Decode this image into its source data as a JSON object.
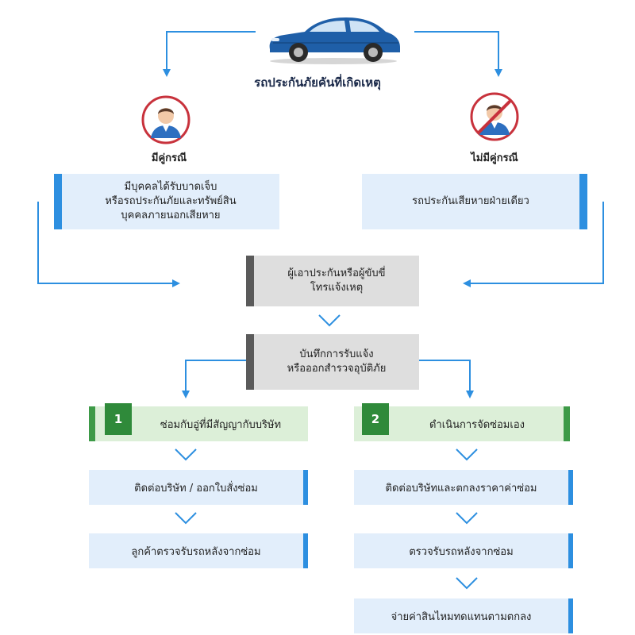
{
  "title": "รถประกันภัยคันที่เกิดเหตุ",
  "left": {
    "label": "มีคู่กรณี",
    "desc_line1": "มีบุคคลได้รับบาดเจ็บ",
    "desc_line2": "หรือรถประกันภัยและทรัพย์สิน",
    "desc_line3": "บุคคลภายนอกเสียหาย"
  },
  "right": {
    "label": "ไม่มีคู่กรณี",
    "desc": "รถประกันเสียหายฝ่ายเดียว"
  },
  "center": {
    "box1_line1": "ผู้เอาประกันหรือผู้ขับขี่",
    "box1_line2": "โทรแจ้งเหตุ",
    "box2_line1": "บันทึกการรับแจ้ง",
    "box2_line2": "หรือออกสำรวจอุบัติภัย"
  },
  "option1": {
    "number": "1",
    "title": "ซ่อมกับอู่ที่มีสัญญากับบริษัท",
    "steps": [
      "ติดต่อบริษัท / ออกใบสั่งซ่อม",
      "ลูกค้าตรวจรับรถหลังจากซ่อม"
    ]
  },
  "option2": {
    "number": "2",
    "title": "ดำเนินการจัดซ่อมเอง",
    "steps": [
      "ติดต่อบริษัทและตกลงราคาค่าซ่อม",
      "ตรวจรับรถหลังจากซ่อม",
      "จ่ายค่าสินไหมทดแทนตามตกลง"
    ]
  },
  "colors": {
    "blue_accent": "#2d8fe0",
    "blue_fill": "#e2eefb",
    "gray_accent": "#5a5a5a",
    "gray_fill": "#dedede",
    "green_accent": "#2f8a3a",
    "green_fill": "#dcefd8",
    "avatar_ring": "#c8323c"
  },
  "icons": {
    "car": "car-icon",
    "person": "person-icon",
    "no_person": "no-person-icon"
  }
}
